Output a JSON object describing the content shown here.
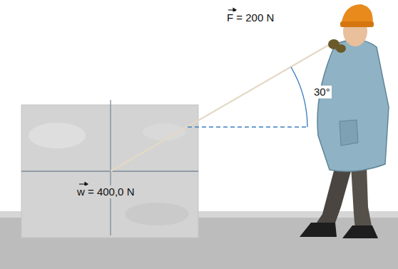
{
  "diagram": {
    "nodes": [
      {
        "text": [
          "w = 400,0 N"
        ]
      }
    ],
    "labels": [
      "F = 200 N",
      "30°"
    ]
  }
}
